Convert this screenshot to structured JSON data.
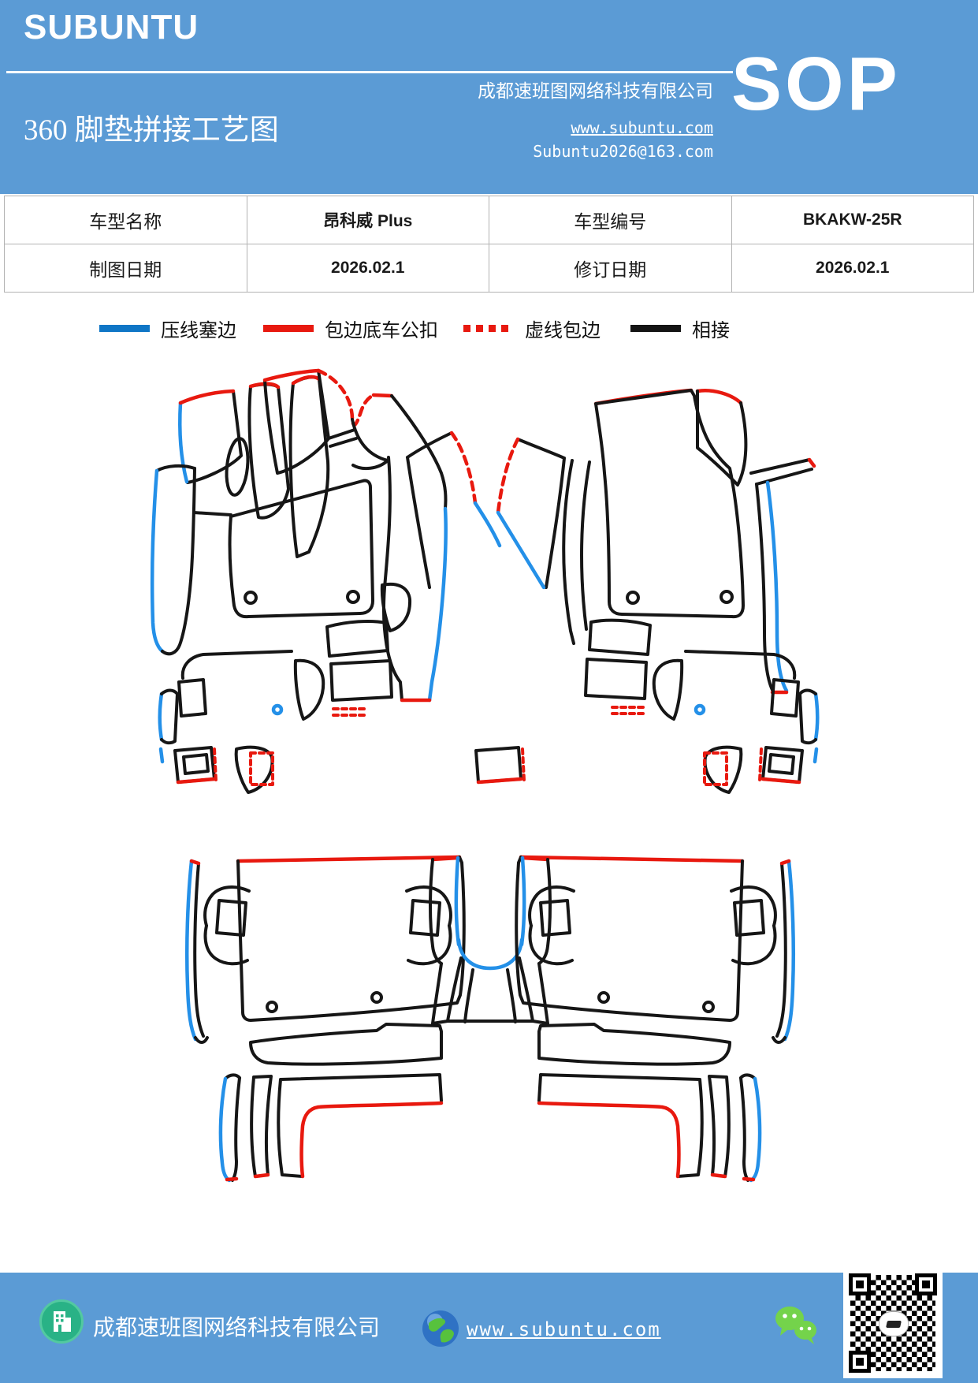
{
  "header": {
    "brand": "SUBUNTU",
    "company": "成都速班图网络科技有限公司",
    "sop_badge": "SOP",
    "title": "360 脚垫拼接工艺图",
    "website": "www.subuntu.com",
    "email": "Subuntu2026@163.com",
    "background_color": "#5b9bd5"
  },
  "info_table": {
    "cells": {
      "r1c1": "车型名称",
      "r1c2": "昂科威 Plus",
      "r1c3": "车型编号",
      "r1c4": "BKAKW-25R",
      "r2c1": "制图日期",
      "r2c2": "2026.02.1",
      "r2c3": "修订日期",
      "r2c4": "2026.02.1"
    }
  },
  "legend": {
    "items": [
      {
        "label": "压线塞边",
        "color": "#0f76c6",
        "style": "solid"
      },
      {
        "label": "包边底车公扣",
        "color": "#e8190f",
        "style": "solid"
      },
      {
        "label": "虚线包边",
        "color": "#e8190f",
        "style": "dotted"
      },
      {
        "label": "相接",
        "color": "#141414",
        "style": "solid"
      }
    ]
  },
  "diagram": {
    "line_colors": {
      "blue": "#2490e8",
      "red": "#e8190f",
      "black": "#161616"
    },
    "sections": [
      "front-left-mat-pieces",
      "front-right-mat-pieces",
      "rear-mat-pieces"
    ]
  },
  "footer": {
    "company": "成都速班图网络科技有限公司",
    "website": "www.subuntu.com",
    "icons": [
      "building-icon",
      "globe-icon",
      "wechat-icon",
      "qr-code"
    ],
    "background_color": "#5b9bd5"
  }
}
